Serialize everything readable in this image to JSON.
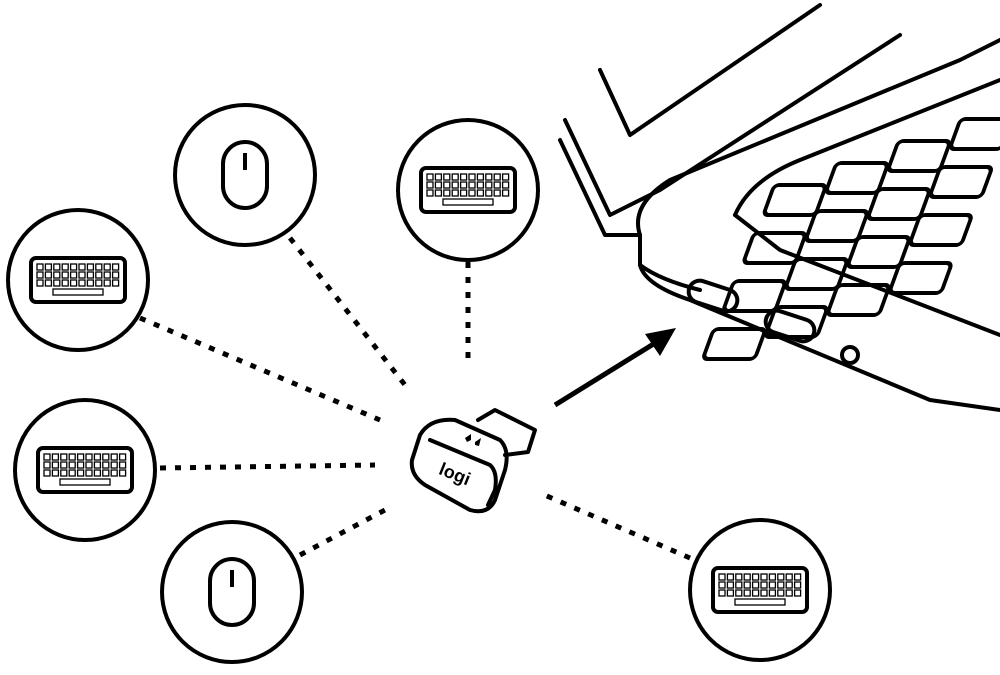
{
  "diagram": {
    "receiver": {
      "logo": "logi",
      "icon": "logi-bolt-icon"
    },
    "target": "laptop-icon",
    "devices": [
      {
        "type": "keyboard"
      },
      {
        "type": "mouse"
      },
      {
        "type": "keyboard"
      },
      {
        "type": "keyboard"
      },
      {
        "type": "mouse"
      },
      {
        "type": "keyboard"
      }
    ],
    "colors": {
      "line": "#000000",
      "background": "#ffffff"
    }
  }
}
